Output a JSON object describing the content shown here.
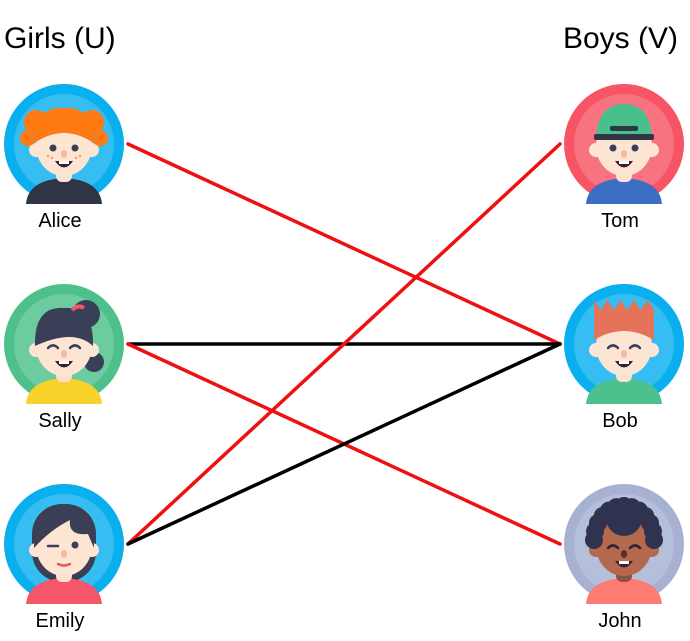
{
  "girls_heading": "Girls (U)",
  "boys_heading": "Boys (V)",
  "girls": [
    {
      "id": "alice",
      "name": "Alice",
      "bg": "#0aaff0",
      "hair": "#ff7a12",
      "shirt": "#2f3447",
      "icon": "girl-orange-pigtails-avatar-icon"
    },
    {
      "id": "sally",
      "name": "Sally",
      "bg": "#4ec08c",
      "hair": "#3a3f58",
      "shirt": "#f6d22b",
      "icon": "girl-ponytail-avatar-icon"
    },
    {
      "id": "emily",
      "name": "Emily",
      "bg": "#0aaff0",
      "hair": "#3b3f56",
      "shirt": "#f5566a",
      "icon": "girl-winking-avatar-icon"
    }
  ],
  "boys": [
    {
      "id": "tom",
      "name": "Tom",
      "bg": "#f75465",
      "hair": "#47c08c",
      "shirt": "#3a6fc4",
      "icon": "boy-cap-avatar-icon"
    },
    {
      "id": "bob",
      "name": "Bob",
      "bg": "#0aaff0",
      "hair": "#e4735a",
      "shirt": "#4ec08c",
      "icon": "boy-spiky-hair-avatar-icon"
    },
    {
      "id": "john",
      "name": "John",
      "bg": "#a7b1d1",
      "hair": "#2f3350",
      "shirt": "#ff7a72",
      "icon": "boy-curly-hair-avatar-icon"
    }
  ],
  "edges": [
    {
      "from": "alice",
      "to": "bob",
      "color": "#ee1111"
    },
    {
      "from": "sally",
      "to": "bob",
      "color": "#000000"
    },
    {
      "from": "sally",
      "to": "john",
      "color": "#ee1111"
    },
    {
      "from": "emily",
      "to": "tom",
      "color": "#ee1111"
    },
    {
      "from": "emily",
      "to": "bob",
      "color": "#000000"
    }
  ]
}
